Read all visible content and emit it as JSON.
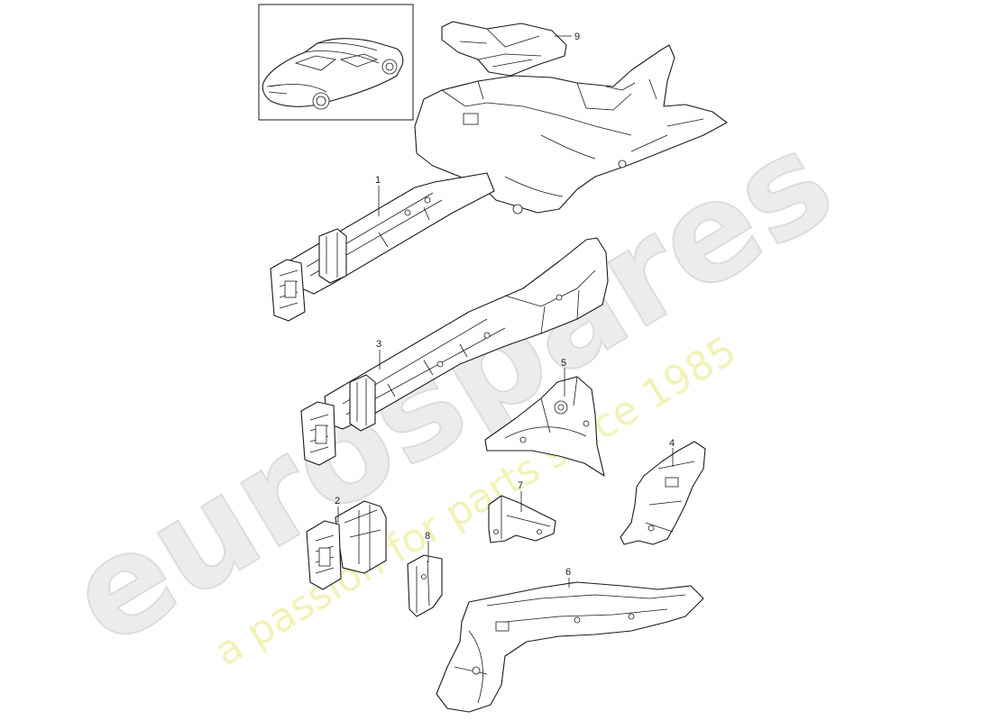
{
  "watermark": {
    "brand": "eurospares",
    "tagline": "a passion for parts since 1985",
    "brand_color": "#e6e6e6",
    "tagline_color": "#eeeeaa"
  },
  "thumbnail": {
    "icon": "sports-car-icon"
  },
  "callouts": [
    "1",
    "2",
    "3",
    "4",
    "5",
    "6",
    "7",
    "8",
    "9"
  ],
  "line_color": "#1a1a1a"
}
